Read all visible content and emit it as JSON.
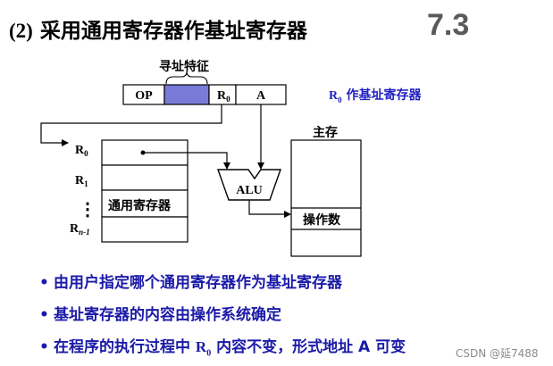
{
  "title": {
    "paren": "(2)",
    "text": "采用通用寄存器作基址寄存器"
  },
  "section_number": "7.3",
  "instruction": {
    "addressing_label": "寻址特征",
    "op": "OP",
    "reg": "R",
    "reg_sub": "0",
    "addr": "A"
  },
  "note": {
    "reg": "R",
    "reg_sub": "0",
    "text": " 作基址寄存器"
  },
  "registers": {
    "r0": "R",
    "r0_sub": "0",
    "r1": "R",
    "r1_sub": "1",
    "dots": "⋮",
    "rn": "R",
    "rn_sub": "n-1",
    "gpr_label": "通用寄存器"
  },
  "alu": "ALU",
  "memory": {
    "title": "主存",
    "operand": "操作数"
  },
  "bullets": [
    {
      "dot": "•",
      "text": "由用户指定哪个通用寄存器作为基址寄存器"
    },
    {
      "dot": "•",
      "text": "基址寄存器的内容由操作系统确定"
    },
    {
      "dot": "•",
      "pre": "在程序的执行过程中 ",
      "reg": "R",
      "reg_sub": "0",
      "post": " 内容不变，形式地址 A 可变"
    }
  ],
  "watermark": "CSDN @延7488",
  "colors": {
    "addressing_field": "#7a7ad8",
    "bullet_text": "#1a1aa8",
    "note_text": "#1f1fbf",
    "section_number": "#5a5a5a"
  }
}
